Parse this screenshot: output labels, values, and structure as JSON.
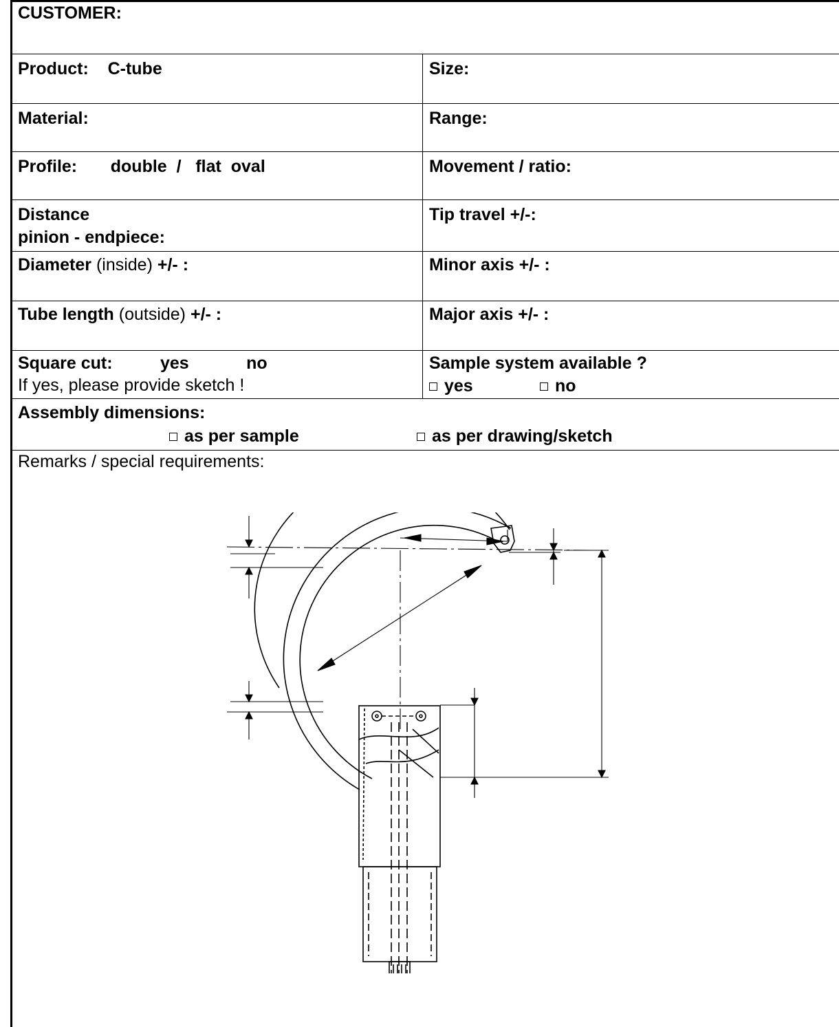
{
  "customer": {
    "label": "CUSTOMER:"
  },
  "product": {
    "label": "Product:",
    "value": "C-tube"
  },
  "size": {
    "label": "Size:"
  },
  "material": {
    "label": "Material:"
  },
  "range": {
    "label": "Range:"
  },
  "profile": {
    "label": "Profile:",
    "options": "double  /   flat  oval"
  },
  "movement": {
    "label": "Movement / ratio:"
  },
  "distance": {
    "line1": "Distance",
    "line2": "pinion - endpiece:"
  },
  "tip_travel": {
    "label": "Tip travel +/-:"
  },
  "diameter": {
    "label": "Diameter",
    "qualifier": " (inside) ",
    "tol": "+/- :"
  },
  "minor_axis": {
    "label": "Minor axis +/- :"
  },
  "tube_length": {
    "label": "Tube length",
    "qualifier": " (outside) ",
    "tol": "+/- :"
  },
  "major_axis": {
    "label": "Major axis +/- :"
  },
  "square_cut": {
    "label": "Square cut:",
    "yes": "yes",
    "no": "no",
    "note": "If yes, please provide sketch !"
  },
  "sample_system": {
    "label": "Sample system available ?",
    "yes": "yes",
    "no": "no"
  },
  "assembly": {
    "label": "Assembly dimensions:",
    "opt1": "as per sample",
    "opt2": "as per drawing/sketch"
  },
  "remarks": {
    "label": "Remarks / special requirements:"
  }
}
